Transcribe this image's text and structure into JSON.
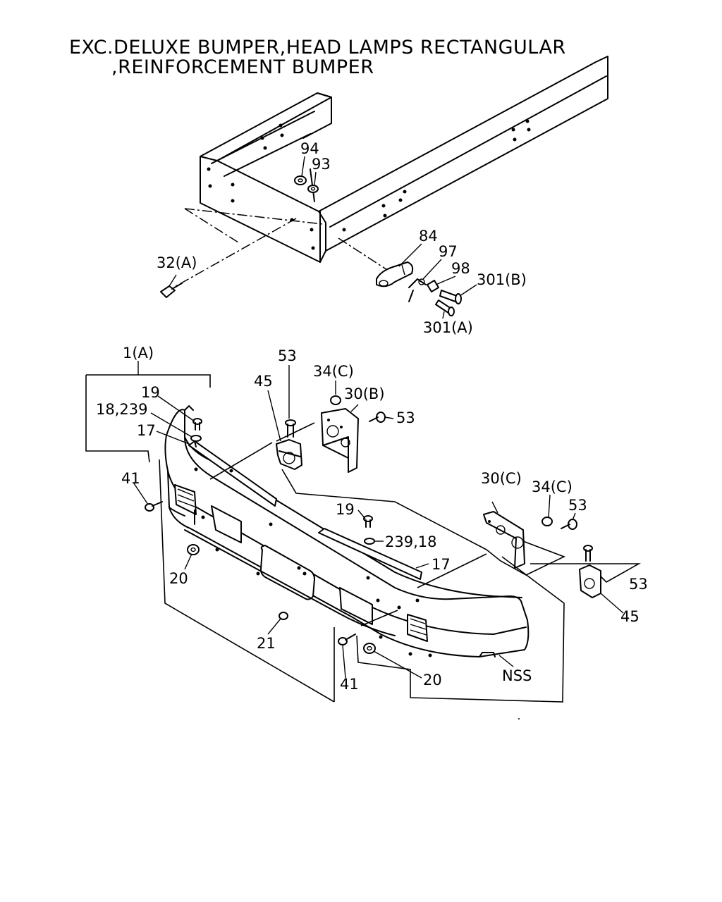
{
  "title": {
    "line1": "EXC.DELUXE BUMPER,HEAD LAMPS RECTANGULAR",
    "line2": ",REINFORCEMENT BUMPER"
  },
  "labels": {
    "p94": "94",
    "p93": "93",
    "p32a": "32(A)",
    "p84": "84",
    "p97": "97",
    "p98": "98",
    "p301b": "301(B)",
    "p301a": "301(A)",
    "p1a": "1(A)",
    "p53a": "53",
    "p34c_left": "34(C)",
    "p45_left": "45",
    "p30b": "30(B)",
    "p53b": "53",
    "p19_left": "19",
    "p18_239": "18,239",
    "p17_left": "17",
    "p41_left": "41",
    "p20_left": "20",
    "p30c": "30(C)",
    "p34c_right": "34(C)",
    "p53c": "53",
    "p19_mid": "19",
    "p239_18": "239,18",
    "p17_mid": "17",
    "p53d": "53",
    "p45_right": "45",
    "p21": "21",
    "p41_bottom": "41",
    "p20_bottom": "20",
    "nss": "NSS"
  }
}
